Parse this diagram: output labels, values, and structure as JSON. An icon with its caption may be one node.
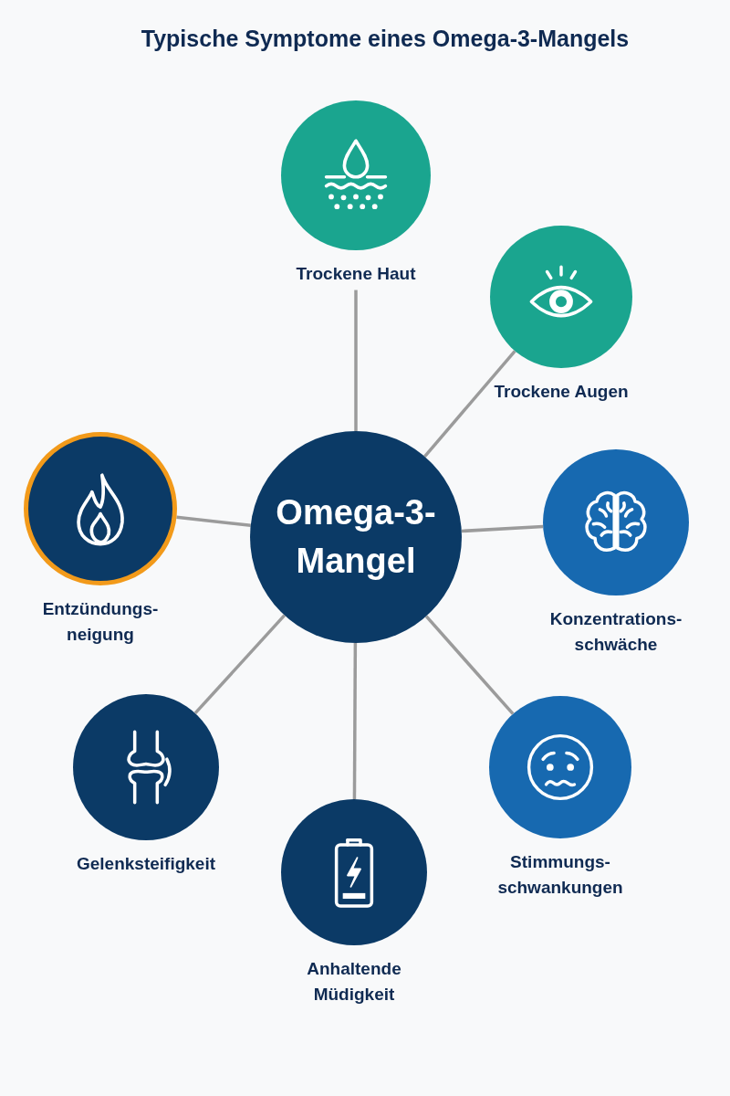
{
  "diagram": {
    "title": "Typische Symptome eines Omega-3-Mangels",
    "nodes": [
      {
        "text": [
          "Omega-3-Mangel"
        ]
      },
      {
        "text": [
          "Trockene Haut"
        ]
      },
      {
        "text": [
          "Trockene Augen"
        ]
      },
      {
        "text": [
          "Entzündungs- neigung"
        ]
      },
      {
        "text": [
          "Konzentrations- schwäche"
        ]
      },
      {
        "text": [
          "Gelenksteifigkeit"
        ]
      },
      {
        "text": [
          "Anhaltende Müdigkeit"
        ]
      },
      {
        "text": [
          "Stimmungs- schwankungen"
        ]
      }
    ],
    "edges": [
      {
        "from": 0,
        "to": 1,
        "arrow": "none"
      },
      {
        "from": 0,
        "to": 2,
        "arrow": "none"
      },
      {
        "from": 0,
        "to": 3,
        "arrow": "none"
      },
      {
        "from": 0,
        "to": 4,
        "arrow": "none"
      },
      {
        "from": 0,
        "to": 5,
        "arrow": "none"
      },
      {
        "from": 0,
        "to": 6,
        "arrow": "none"
      },
      {
        "from": 0,
        "to": 7,
        "arrow": "none"
      }
    ]
  }
}
